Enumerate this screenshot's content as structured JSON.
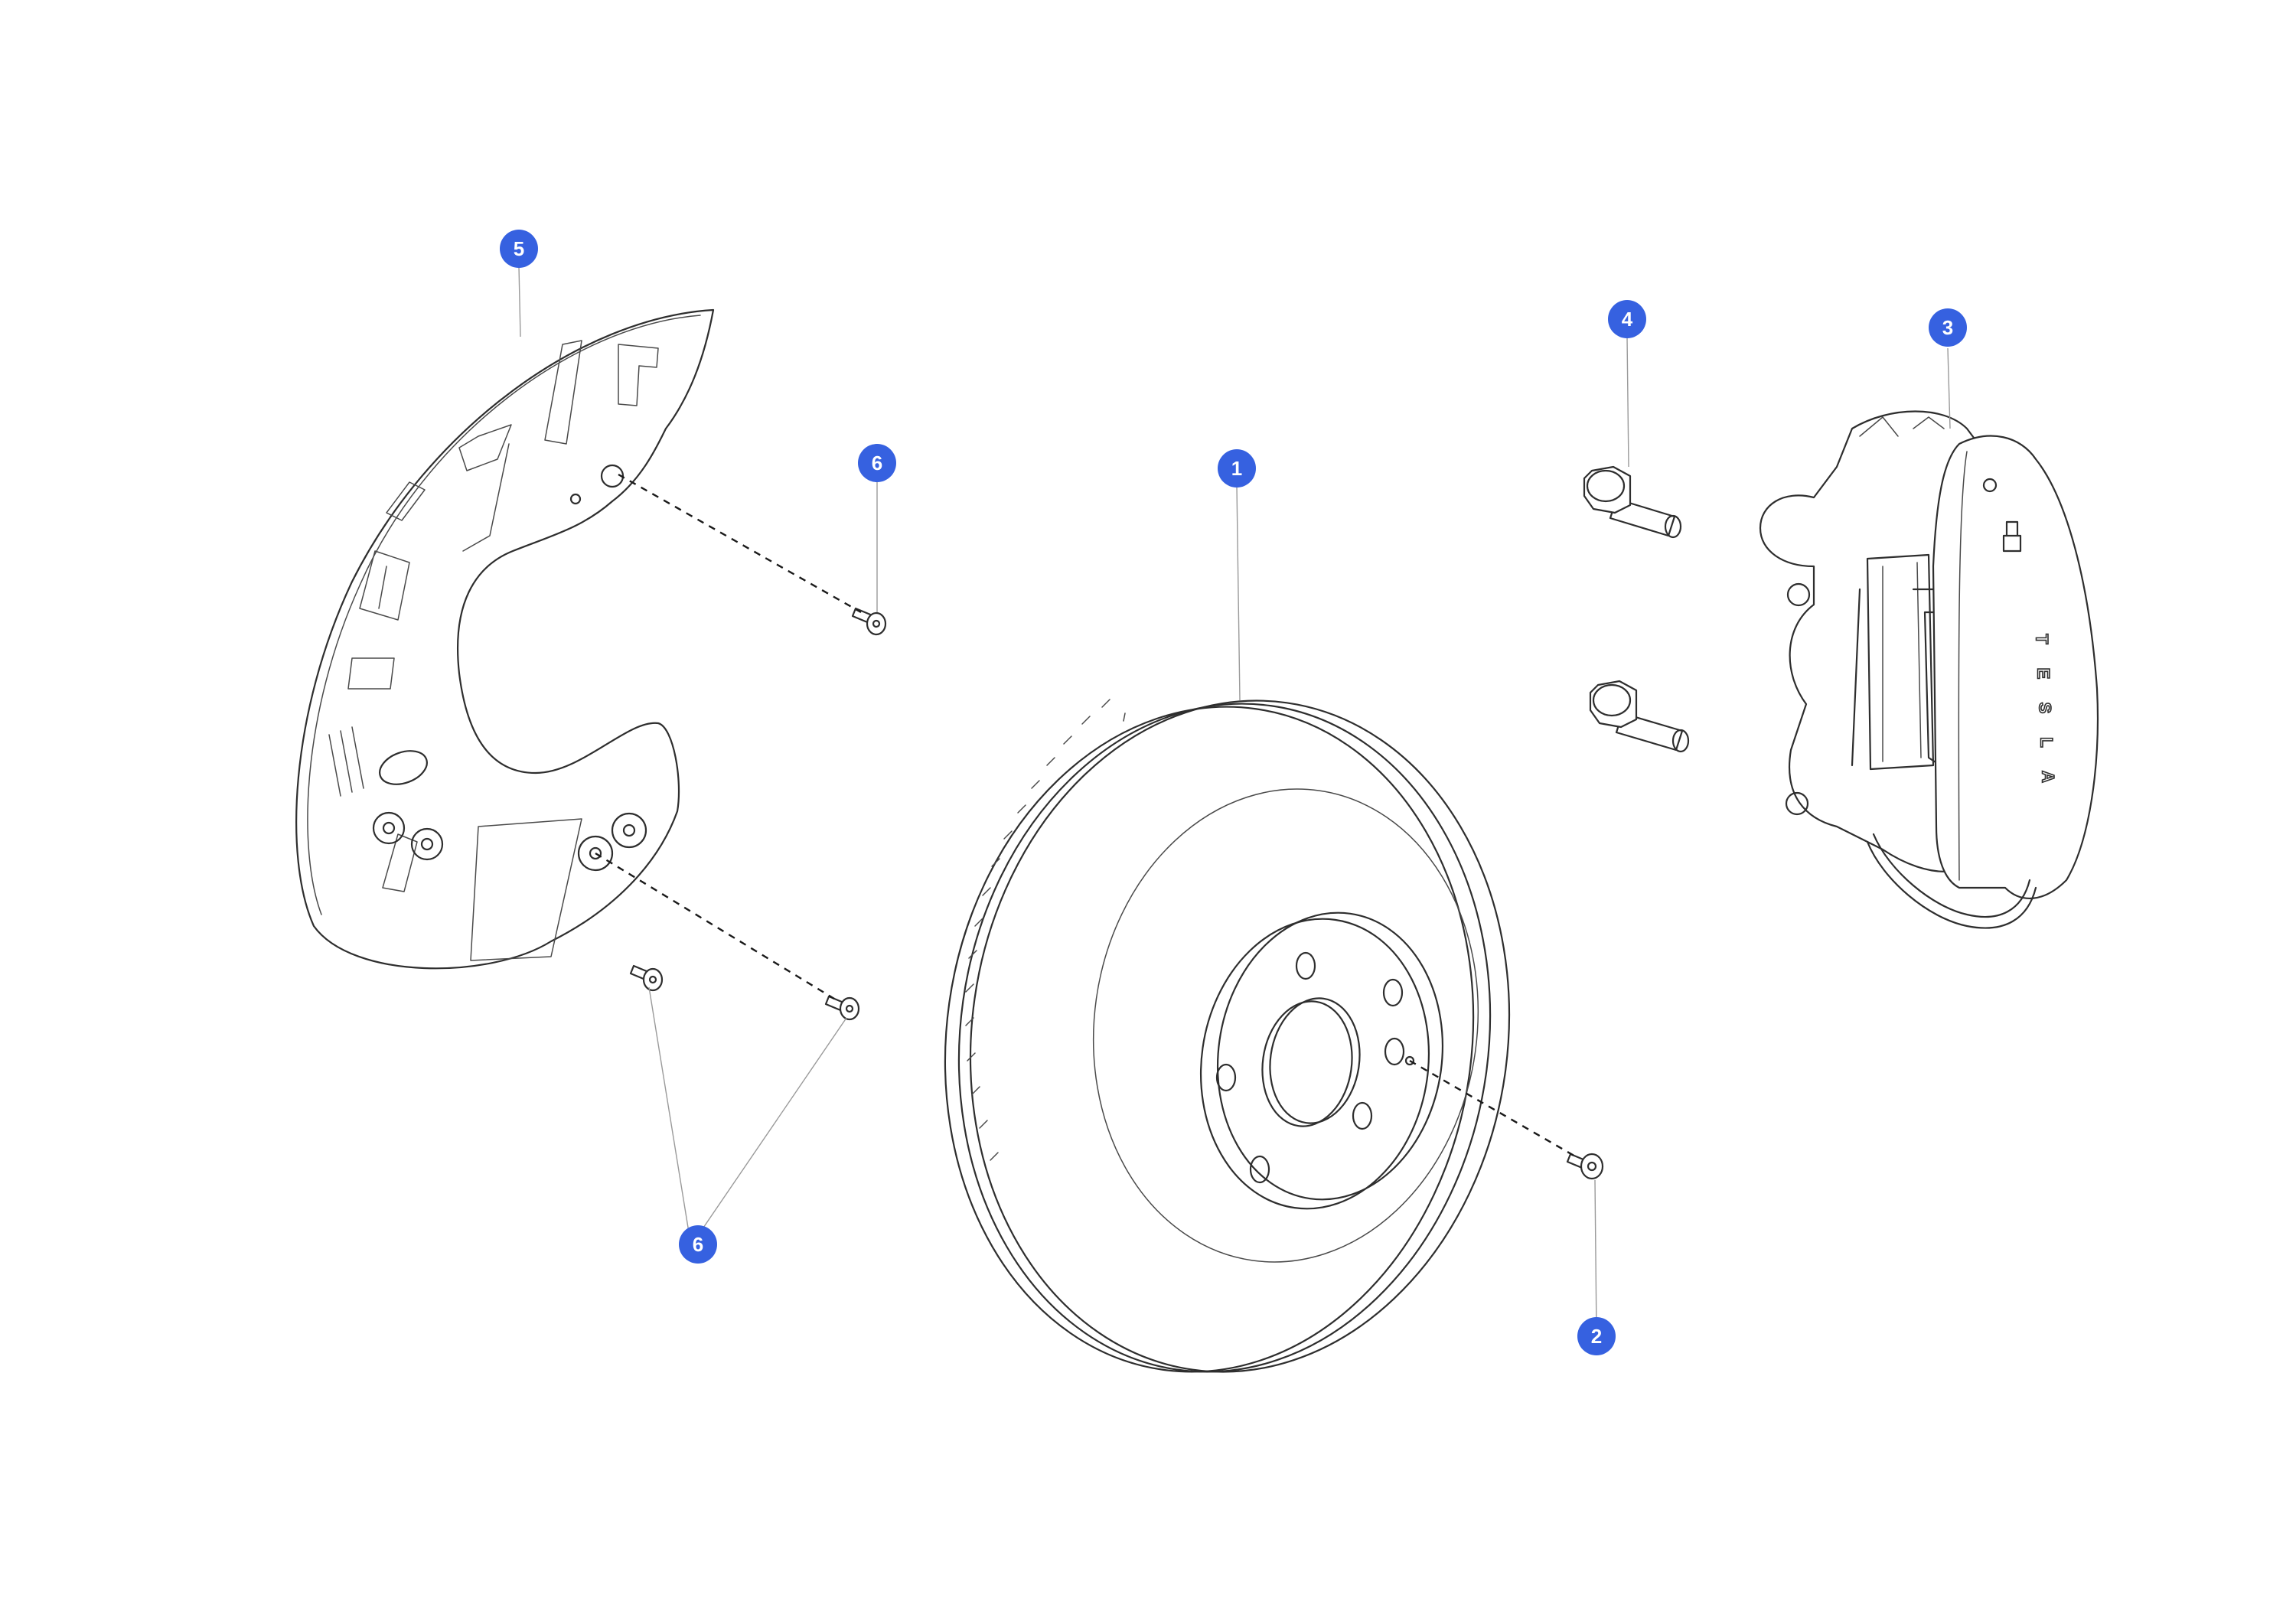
{
  "callout_color": "#3661e0",
  "callouts": {
    "rotor": {
      "number": "1"
    },
    "rotor_bolt": {
      "number": "2"
    },
    "caliper": {
      "number": "3"
    },
    "caliper_bolts": {
      "number": "4"
    },
    "dust_shield": {
      "number": "5"
    },
    "shield_bolt_upper": {
      "number": "6"
    },
    "shield_bolts_lower": {
      "number": "6"
    }
  },
  "caliper_branding": [
    "T",
    "E",
    "S",
    "L",
    "A"
  ]
}
